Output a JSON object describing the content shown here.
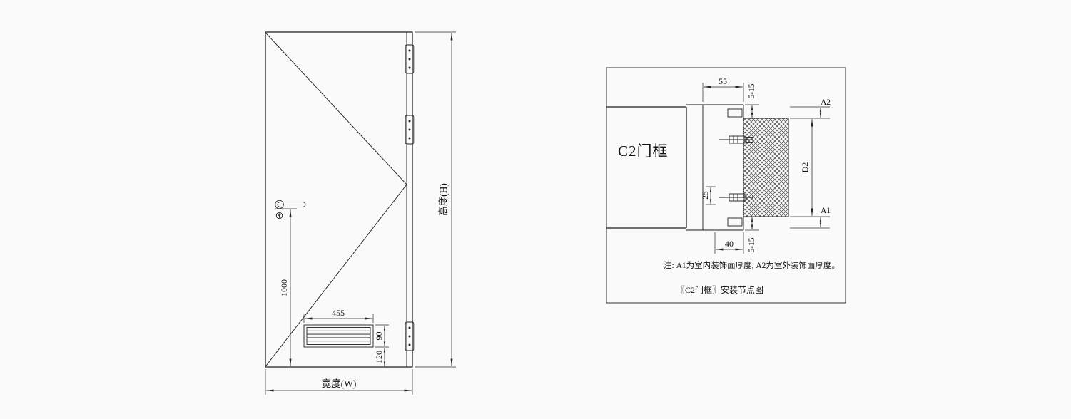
{
  "colors": {
    "background": "#fafafa",
    "ink": "#1c1c1c"
  },
  "door_elevation": {
    "dim_handle_height": "1000",
    "dim_louver_width": "455",
    "dim_louver_height": "90",
    "dim_louver_offset": "120",
    "dim_height": "高度(H)",
    "dim_width": "宽度(W)"
  },
  "frame_detail": {
    "label": "C2门框",
    "dim_frame_depth": "55",
    "dim_gap_top": "5-15",
    "dim_gap_bottom": "5-15",
    "dim_a2": "A2",
    "dim_d2": "D2",
    "dim_a1": "A1",
    "dim_rebate": "40",
    "dim_offset": "25",
    "note": "注: A1为室内装饰面厚度, A2为室外装饰面厚度。",
    "caption": "〖C2门框〗安装节点图"
  }
}
